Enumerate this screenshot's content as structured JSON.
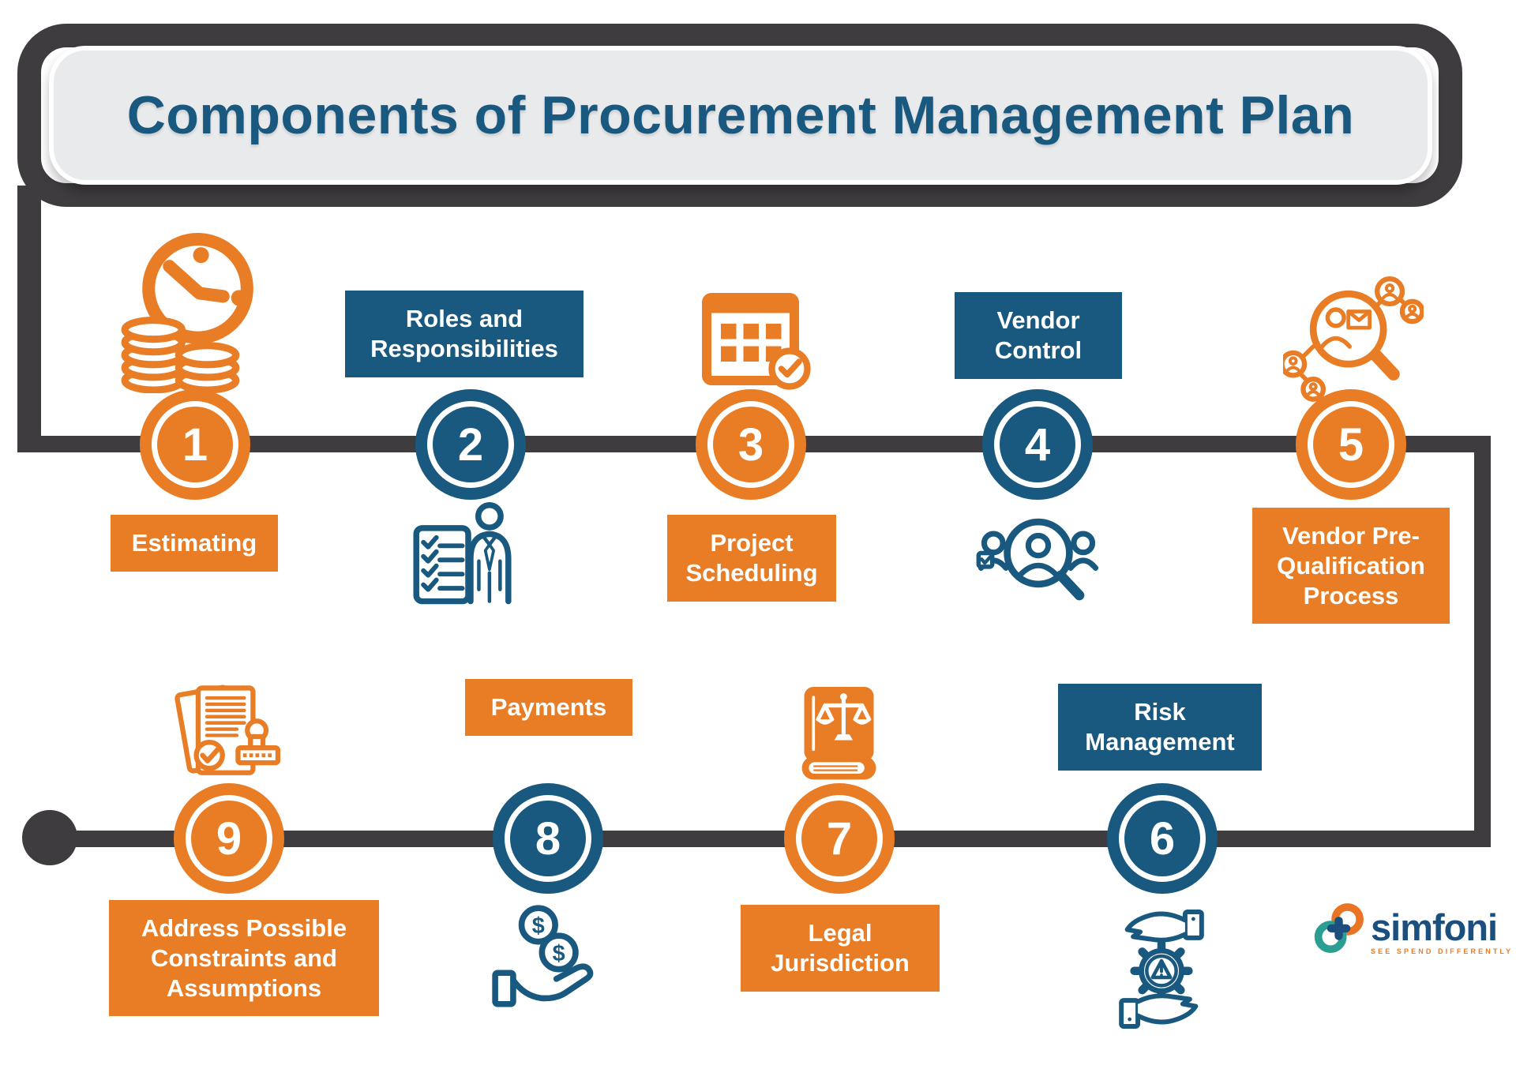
{
  "title": "Components of Procurement Management Plan",
  "steps": [
    {
      "number": "1",
      "label": "Estimating",
      "icon": "clock-coins",
      "circle_color": "orange",
      "label_color": "orange"
    },
    {
      "number": "2",
      "label": "Roles and Responsibilities",
      "icon": "person-checklist",
      "circle_color": "blue",
      "label_color": "blue"
    },
    {
      "number": "3",
      "label": "Project Scheduling",
      "icon": "calendar-check",
      "circle_color": "orange",
      "label_color": "orange"
    },
    {
      "number": "4",
      "label": "Vendor Control",
      "icon": "people-magnifier",
      "circle_color": "blue",
      "label_color": "blue"
    },
    {
      "number": "5",
      "label": "Vendor Pre-Qualification Process",
      "icon": "magnifier-person-network",
      "circle_color": "orange",
      "label_color": "orange"
    },
    {
      "number": "6",
      "label": "Risk Management",
      "icon": "hands-gear-warning",
      "circle_color": "blue",
      "label_color": "blue"
    },
    {
      "number": "7",
      "label": "Legal Jurisdiction",
      "icon": "law-book-scales",
      "circle_color": "orange",
      "label_color": "orange"
    },
    {
      "number": "8",
      "label": "Payments",
      "icon": "hand-coins",
      "circle_color": "blue",
      "label_color": "orange"
    },
    {
      "number": "9",
      "label": "Address Possible Constraints and Assumptions",
      "icon": "document-stamp",
      "circle_color": "orange",
      "label_color": "orange"
    }
  ],
  "colors": {
    "orange": "#E87D26",
    "blue": "#19587F",
    "dark": "#3E3C3E",
    "teal": "#2B9E93",
    "title_bg": "#E9EAEC",
    "title_text": "#19587F",
    "logo_blue": "#1B4F7E"
  },
  "logo": {
    "name": "simfoni",
    "tagline": "SEE SPEND DIFFERENTLY"
  }
}
